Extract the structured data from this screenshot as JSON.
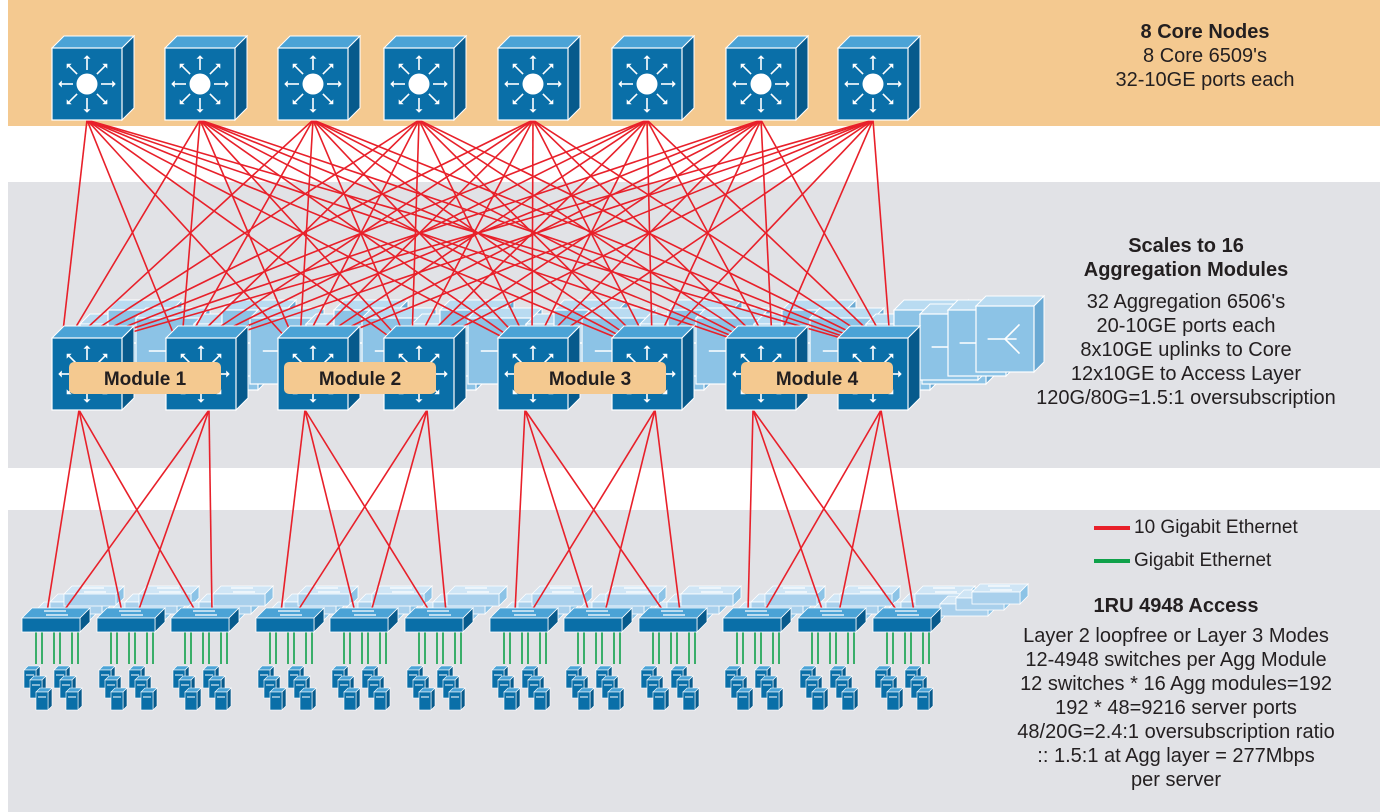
{
  "core_layer": {
    "title": "8 Core Nodes",
    "lines": [
      "8 Core 6509's",
      "32-10GE ports each"
    ]
  },
  "aggregation_layer": {
    "title_lines": [
      "Scales to 16",
      "Aggregation Modules"
    ],
    "lines": [
      "32 Aggregation 6506's",
      "20-10GE ports each",
      "8x10GE uplinks to Core",
      "12x10GE to Access Layer",
      "120G/80G=1.5:1 oversubscription"
    ],
    "modules": [
      "Module 1",
      "Module 2",
      "Module 3",
      "Module 4"
    ]
  },
  "access_layer": {
    "title": "1RU 4948 Access",
    "lines": [
      "Layer 2 loopfree or Layer 3 Modes",
      "12-4948 switches per Agg Module",
      "12 switches * 16 Agg modules=192",
      "192 * 48=9216 server ports",
      "48/20G=2.4:1 oversubscription ratio",
      ":: 1.5:1 at Agg layer = 277Mbps",
      "per server"
    ]
  },
  "legend": {
    "items": [
      {
        "label": "10 Gigabit Ethernet",
        "color": "#e8202a"
      },
      {
        "label": "Gigabit Ethernet",
        "color": "#0fa14a"
      }
    ]
  },
  "colors": {
    "core_band": "#f4c990",
    "layer_band": "#e1e2e6",
    "switch_front": "#0a6fa8",
    "switch_side": "#075a8c",
    "switch_top": "#4ba3d6",
    "ghost_switch": "#8cc3e6",
    "link_10ge": "#e8202a",
    "link_ge": "#0fa14a",
    "module_label_bg": "#f4c990"
  }
}
